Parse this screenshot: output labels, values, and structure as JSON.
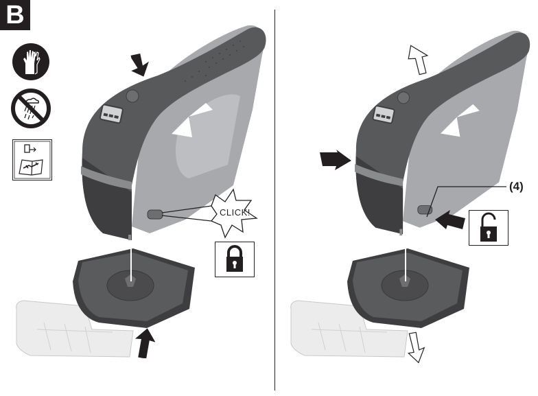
{
  "figure": {
    "label": "B",
    "left_panel": {
      "title": "attach-step",
      "symbols": [
        "wear-gloves-icon",
        "no-rain-icon",
        "remove-battery-read-manual-icon"
      ],
      "callout_text": "CLICK!",
      "state_icon": "lock-closed-icon",
      "arrows": [
        "press-down-arrow",
        "push-up-arrow"
      ]
    },
    "right_panel": {
      "title": "detach-step",
      "callout_label": "(4)",
      "state_icon": "lock-open-icon",
      "arrows": [
        "lift-up-outline-arrow",
        "press-side-arrow",
        "press-release-button-arrow",
        "pull-down-outline-arrow"
      ]
    },
    "colors": {
      "ink": "#231f20",
      "tool_dark": "#4b4b4d",
      "tool_mid": "#6d6e70",
      "tool_light": "#a7a9ac",
      "base_dark": "#3e3e40",
      "plate_light": "#ececec"
    }
  }
}
